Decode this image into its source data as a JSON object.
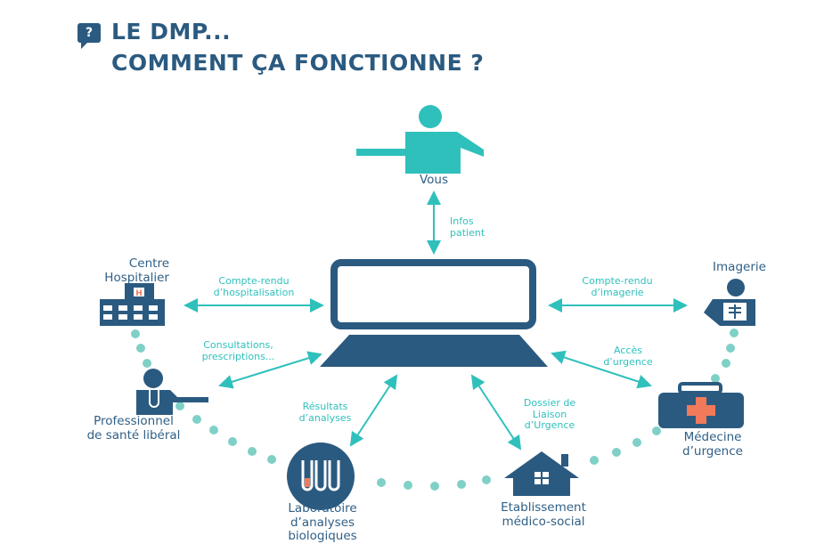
{
  "header": {
    "icon": "question-bubble-icon",
    "title_line1": "LE DMP...",
    "title_line2": "COMMENT ÇA FONCTIONNE ?",
    "icon_text": "?"
  },
  "colors": {
    "dark_blue": "#2b5a80",
    "teal": "#2fc0bc",
    "dots": "#7fd0c6",
    "accent_red": "#f07a5a"
  },
  "nodes": {
    "vous": "Vous",
    "centre_hospitalier": "Centre\nHospitalier",
    "imagerie": "Imagerie",
    "professionnel": "Professionnel\nde santé libéral",
    "medecine_urgence": "Médecine\nd’urgence",
    "laboratoire": "Laboratoire\nd’analyses\nbiologiques",
    "etablissement": "Etablissement\nmédico-social"
  },
  "flows": {
    "infos_patient": "Infos\npatient",
    "cr_hospitalisation": "Compte-rendu\nd’hospitalisation",
    "cr_imagerie": "Compte-rendu\nd’imagerie",
    "consultations": "Consultations,\nprescriptions...",
    "acces_urgence": "Accès\nd’urgence",
    "resultats": "Résultats\nd’analyses",
    "dossier_liaison": "Dossier de\nLiaison\nd’Urgence"
  }
}
